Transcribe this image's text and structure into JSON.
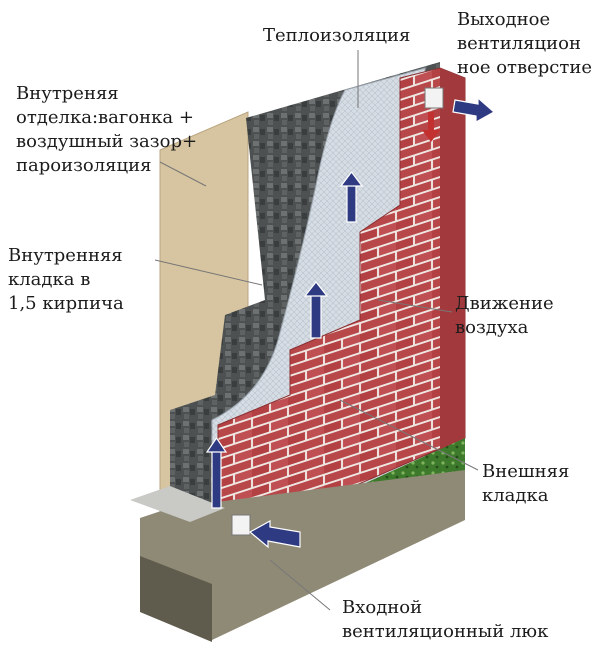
{
  "labels": {
    "insulation": {
      "lines": [
        "Теплоизоляция"
      ]
    },
    "outlet_vent": {
      "lines": [
        "Выходное",
        "вентиляцион",
        "ное отверстие"
      ]
    },
    "inner_finish": {
      "lines": [
        "Внутреняя",
        "отделка:вагонка +",
        "воздушный зазор+",
        "пароизоляция"
      ]
    },
    "inner_masonry": {
      "lines": [
        "Внутренняя",
        "кладка в",
        "1,5 кирпича"
      ]
    },
    "air_movement": {
      "lines": [
        "Движение",
        "воздуха"
      ]
    },
    "outer_masonry": {
      "lines": [
        "Внешняя",
        "кладка"
      ]
    },
    "inlet_vent": {
      "lines": [
        "Входной",
        "вентиляционный люк"
      ]
    }
  },
  "colors": {
    "brick": "#b8474a",
    "mortar": "#efe6e2",
    "stone": "#4d5151",
    "insulation": "#d6dde4",
    "panel": "#d7c4a0",
    "arrow": "#2e3a82",
    "grass": "#3e7a2c",
    "foundation": "#6e6a5a"
  }
}
